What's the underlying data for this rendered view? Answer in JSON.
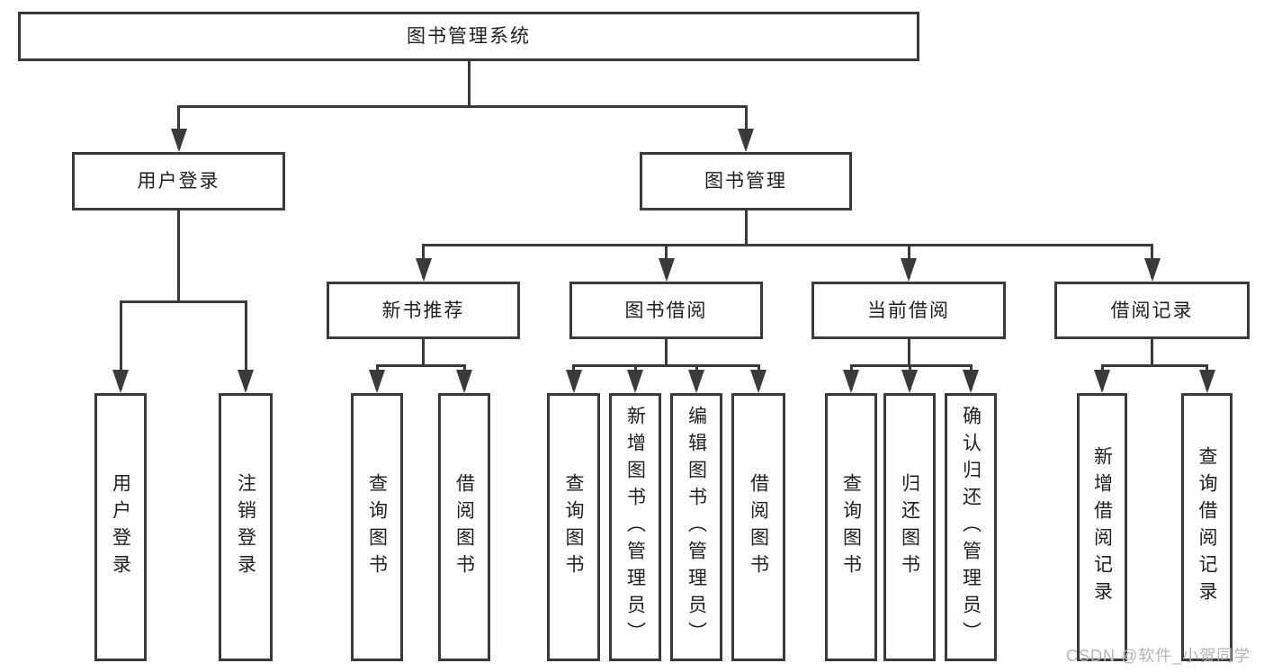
{
  "diagram": {
    "title": "图书管理系统",
    "watermark": "CSDN @软件_小贺同学",
    "colors": {
      "line": "#3a3a3a",
      "text": "#1f1f1f",
      "background": "#ffffff",
      "watermark": "#b5b5b5"
    },
    "nodes": [
      {
        "id": "root",
        "label": "图书管理系统",
        "parent": null
      },
      {
        "id": "user-login",
        "label": "用户登录",
        "parent": "root"
      },
      {
        "id": "book-management",
        "label": "图书管理",
        "parent": "root"
      },
      {
        "id": "leaf-user-login",
        "label": "用户登录",
        "parent": "user-login"
      },
      {
        "id": "leaf-logout",
        "label": "注销登录",
        "parent": "user-login"
      },
      {
        "id": "new-book-recommend",
        "label": "新书推荐",
        "parent": "book-management"
      },
      {
        "id": "book-borrow",
        "label": "图书借阅",
        "parent": "book-management"
      },
      {
        "id": "current-borrow",
        "label": "当前借阅",
        "parent": "book-management"
      },
      {
        "id": "borrow-records",
        "label": "借阅记录",
        "parent": "book-management"
      },
      {
        "id": "leaf-nbr-query",
        "label": "查询图书",
        "parent": "new-book-recommend"
      },
      {
        "id": "leaf-nbr-borrow",
        "label": "借阅图书",
        "parent": "new-book-recommend"
      },
      {
        "id": "leaf-bb-query",
        "label": "查询图书",
        "parent": "book-borrow"
      },
      {
        "id": "leaf-bb-add",
        "label": "新增图书（管理员）",
        "parent": "book-borrow"
      },
      {
        "id": "leaf-bb-edit",
        "label": "编辑图书（管理员）",
        "parent": "book-borrow"
      },
      {
        "id": "leaf-bb-borrow",
        "label": "借阅图书",
        "parent": "book-borrow"
      },
      {
        "id": "leaf-cb-query",
        "label": "查询图书",
        "parent": "current-borrow"
      },
      {
        "id": "leaf-cb-return",
        "label": "归还图书",
        "parent": "current-borrow"
      },
      {
        "id": "leaf-cb-confirm",
        "label": "确认归还（管理员）",
        "parent": "current-borrow"
      },
      {
        "id": "leaf-br-add",
        "label": "新增借阅记录",
        "parent": "borrow-records"
      },
      {
        "id": "leaf-br-query",
        "label": "查询借阅记录",
        "parent": "borrow-records"
      }
    ]
  }
}
